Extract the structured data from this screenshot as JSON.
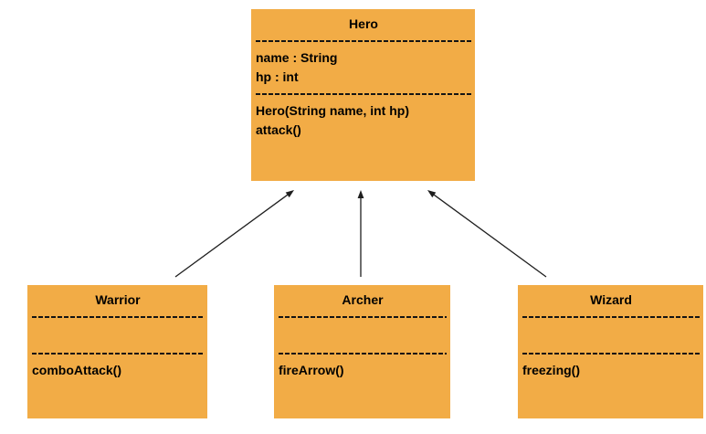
{
  "diagram": {
    "type": "uml-class-diagram",
    "background_color": "#ffffff",
    "box_fill_color": "#F2AC46",
    "text_color": "#000000",
    "arrow_color": "#1e1e1e",
    "section_separator_style": "dashed-line"
  },
  "classes": {
    "hero": {
      "title": "Hero",
      "attributes": [
        "name : String",
        "hp : int"
      ],
      "methods": [
        "Hero(String name, int hp)",
        "attack()"
      ]
    },
    "warrior": {
      "title": "Warrior",
      "attributes": [],
      "methods": [
        "comboAttack()"
      ]
    },
    "archer": {
      "title": "Archer",
      "attributes": [],
      "methods": [
        "fireArrow()"
      ]
    },
    "wizard": {
      "title": "Wizard",
      "attributes": [],
      "methods": [
        "freezing()"
      ]
    }
  },
  "relationships": [
    {
      "from": "Warrior",
      "to": "Hero",
      "type": "inheritance"
    },
    {
      "from": "Archer",
      "to": "Hero",
      "type": "inheritance"
    },
    {
      "from": "Wizard",
      "to": "Hero",
      "type": "inheritance"
    }
  ]
}
